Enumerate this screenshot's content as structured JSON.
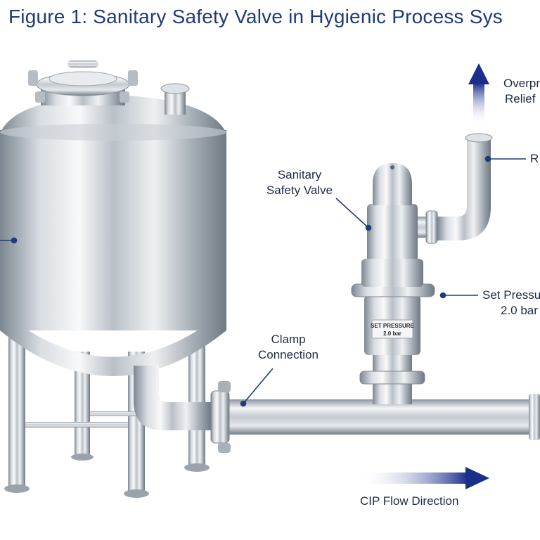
{
  "figure": {
    "title": "Figure 1: Sanitary Safety Valve in Hygienic Process Sys"
  },
  "labels": {
    "overpressure_line1": "Overpr",
    "overpressure_line2": "Relief",
    "r_label": "R",
    "valve_line1": "Sanitary",
    "valve_line2": "Safety Valve",
    "set_pressure_line1": "Set Pressu",
    "set_pressure_line2": "2.0 bar",
    "clamp_line1": "Clamp",
    "clamp_line2": "Connection",
    "cip_flow": "CIP Flow Direction"
  },
  "valve_plate": {
    "line1": "SET PRESSURE",
    "line2": "2.0 bar"
  },
  "colors": {
    "accent": "#1f3a7a",
    "arrow": "#1b2f8a",
    "steel_light": "#f4f6f8",
    "steel_dark": "#8a949e"
  }
}
